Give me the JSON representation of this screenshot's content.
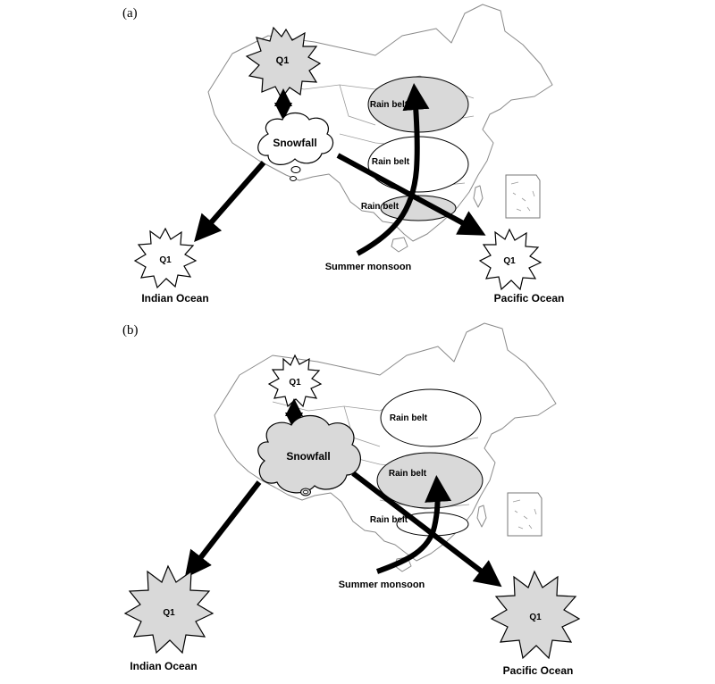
{
  "panels": [
    {
      "label": "(a)",
      "q1_top": "Q1",
      "snowfall": "Snowfall",
      "rain_belts": [
        "Rain belt",
        "Rain belt",
        "Rain belt"
      ],
      "monsoon": "Summer monsoon",
      "q1_left": "Q1",
      "q1_right": "Q1",
      "ocean_left": "Indian Ocean",
      "ocean_right": "Pacific Ocean"
    },
    {
      "label": "(b)",
      "q1_top": "Q1",
      "snowfall": "Snowfall",
      "rain_belts": [
        "Rain belt",
        "Rain belt",
        "Rain belt"
      ],
      "monsoon": "Summer monsoon",
      "q1_left": "Q1",
      "q1_right": "Q1",
      "ocean_left": "Indian Ocean",
      "ocean_right": "Pacific Ocean"
    }
  ],
  "colors": {
    "shaded": "#d9d9d9",
    "outline": "#000000",
    "map": "#8a8a8a",
    "background": "#ffffff"
  }
}
